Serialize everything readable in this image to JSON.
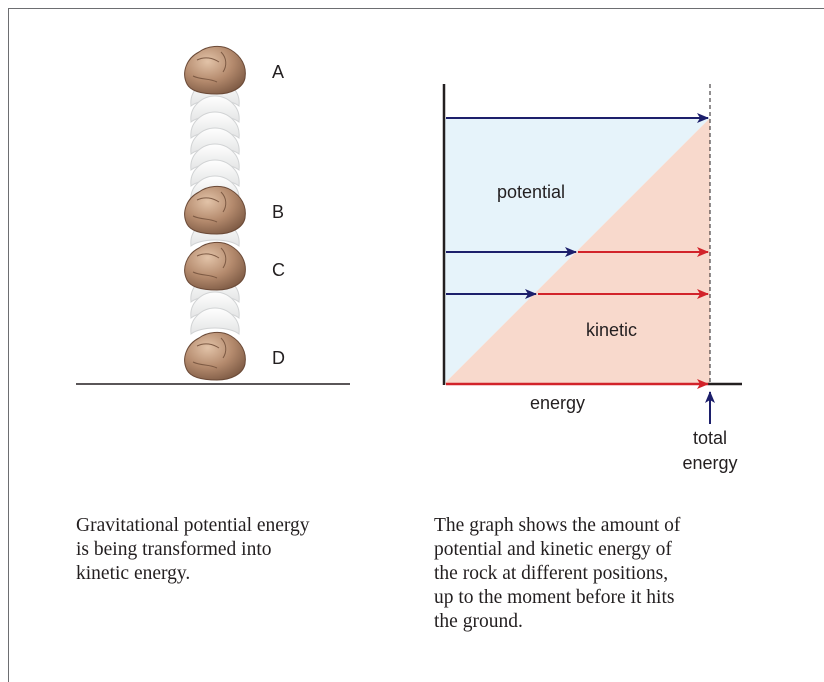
{
  "rock_labels": [
    "A",
    "B",
    "C",
    "D"
  ],
  "graph": {
    "potential_label": "potential",
    "kinetic_label": "kinetic",
    "x_axis_label": "energy",
    "total_energy_line1": "total",
    "total_energy_line2": "energy"
  },
  "captions": {
    "left": [
      "Gravitational potential energy",
      "is being transformed into",
      "kinetic energy."
    ],
    "right": [
      "The graph shows the amount of",
      "potential and kinetic energy of",
      "the rock at different positions,",
      "up to the moment before it hits",
      "the ground."
    ]
  },
  "colors": {
    "potential_fill": "#e6f3fa",
    "kinetic_fill": "#f8d9cc",
    "potential_arrow": "#1c1f6b",
    "kinetic_arrow": "#d2232a",
    "rock": "#b48a6d"
  }
}
